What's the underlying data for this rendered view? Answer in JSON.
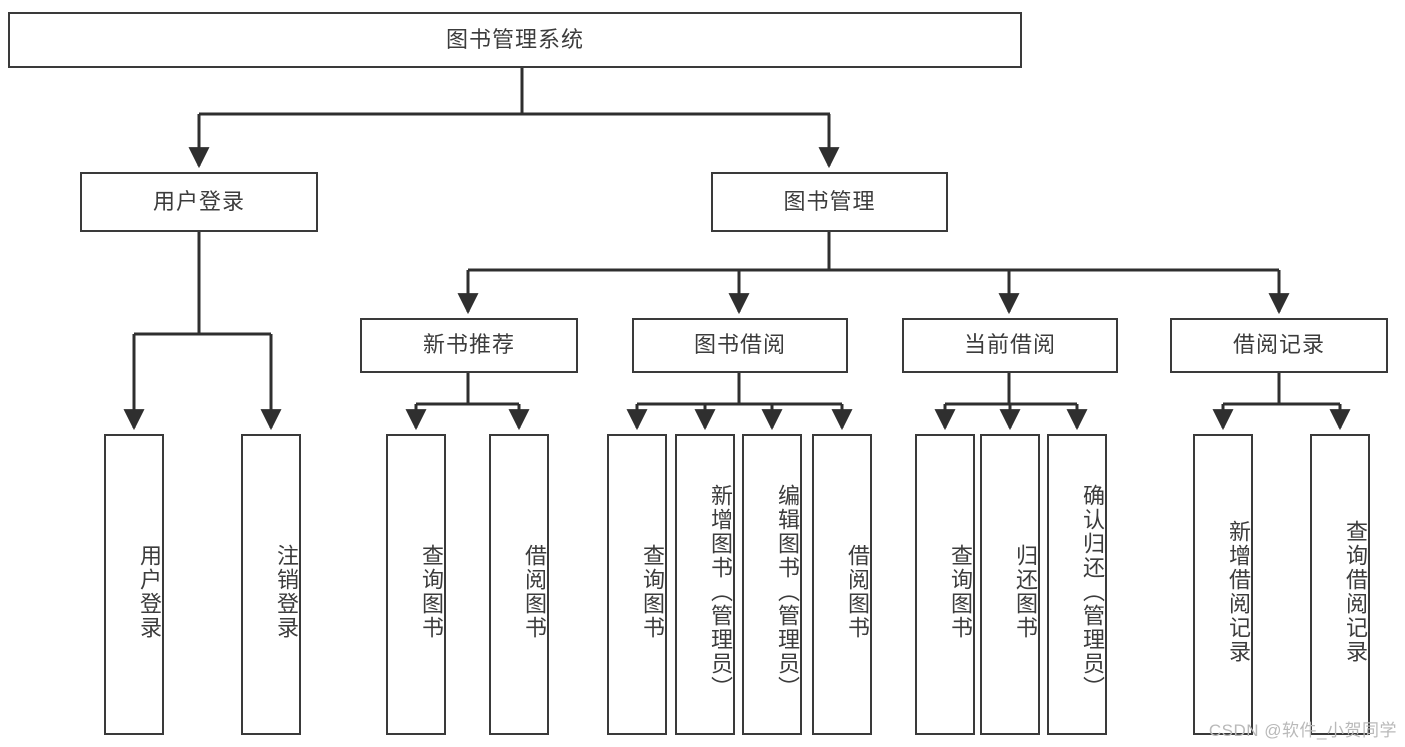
{
  "diagram": {
    "title": "图书管理系统",
    "type": "tree-hierarchy",
    "watermark": "CSDN @软件_小贺同学",
    "colors": {
      "box_border": "#3a3a3a",
      "box_fill": "#ffffff",
      "connector": "#2f2f2f",
      "text": "#3c3c3c",
      "watermark": "#b9b9b9"
    }
  },
  "nodes": {
    "root": {
      "label": "图书管理系统"
    },
    "level2": [
      {
        "label": "用户登录"
      },
      {
        "label": "图书管理"
      }
    ],
    "level3": [
      {
        "label": "新书推荐"
      },
      {
        "label": "图书借阅"
      },
      {
        "label": "当前借阅"
      },
      {
        "label": "借阅记录"
      }
    ],
    "leaves": {
      "user_login": [
        {
          "label": "用户登录"
        },
        {
          "label": "注销登录"
        }
      ],
      "new_book": [
        {
          "label": "查询图书"
        },
        {
          "label": "借阅图书"
        }
      ],
      "book_borrow": [
        {
          "label": "查询图书"
        },
        {
          "label": "新增图书（管理员）"
        },
        {
          "label": "编辑图书（管理员）"
        },
        {
          "label": "借阅图书"
        }
      ],
      "current_borrow": [
        {
          "label": "查询图书"
        },
        {
          "label": "归还图书"
        },
        {
          "label": "确认归还（管理员）"
        }
      ],
      "borrow_record": [
        {
          "label": "新增借阅记录"
        },
        {
          "label": "查询借阅记录"
        }
      ]
    }
  }
}
